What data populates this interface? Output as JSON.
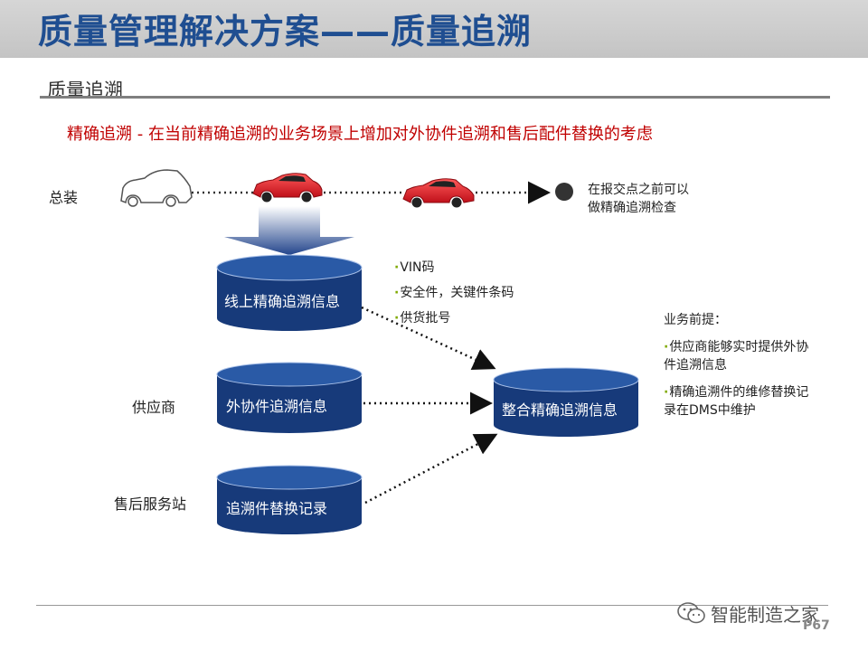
{
  "header": {
    "title": "质量管理解决方案——质量追溯"
  },
  "section": {
    "title": "质量追溯"
  },
  "subtitle": "精确追溯 - 在当前精确追溯的业务场景上增加对外协件追溯和售后配件替换的考虑",
  "rows": {
    "assembly": "总装",
    "supplier": "供应商",
    "service": "售后服务站"
  },
  "end_note": [
    "在报交点之前可以",
    "做精确追溯检查"
  ],
  "databases": {
    "online": "线上精确追溯信息",
    "outsource": "外协件追溯信息",
    "replace": "追溯件替换记录",
    "merged": "整合精确追溯信息"
  },
  "bullets": [
    "VIN码",
    "安全件，关键件条码",
    "供货批号"
  ],
  "premise": {
    "title": "业务前提：",
    "items": [
      [
        "供应商能够实时提供外协",
        "件追溯信息"
      ],
      [
        "精确追溯件的维修替换记",
        "录在DMS中维护"
      ]
    ]
  },
  "footer": {
    "watermark": "智能制造之家",
    "page": "P67"
  },
  "colors": {
    "title": "#1f4e91",
    "subtitle": "#c00000",
    "cylinder": "#173a7a",
    "car_red": "#e8202a"
  }
}
